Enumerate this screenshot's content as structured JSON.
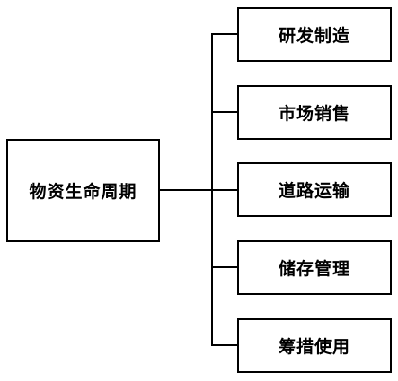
{
  "root": {
    "label": "物资生命周期"
  },
  "stages": [
    {
      "label": "研发制造"
    },
    {
      "label": "市场销售"
    },
    {
      "label": "道路运输"
    },
    {
      "label": "储存管理"
    },
    {
      "label": "筹措使用"
    }
  ],
  "colors": {
    "line": "#000000",
    "background": "#ffffff",
    "text": "#000000"
  }
}
